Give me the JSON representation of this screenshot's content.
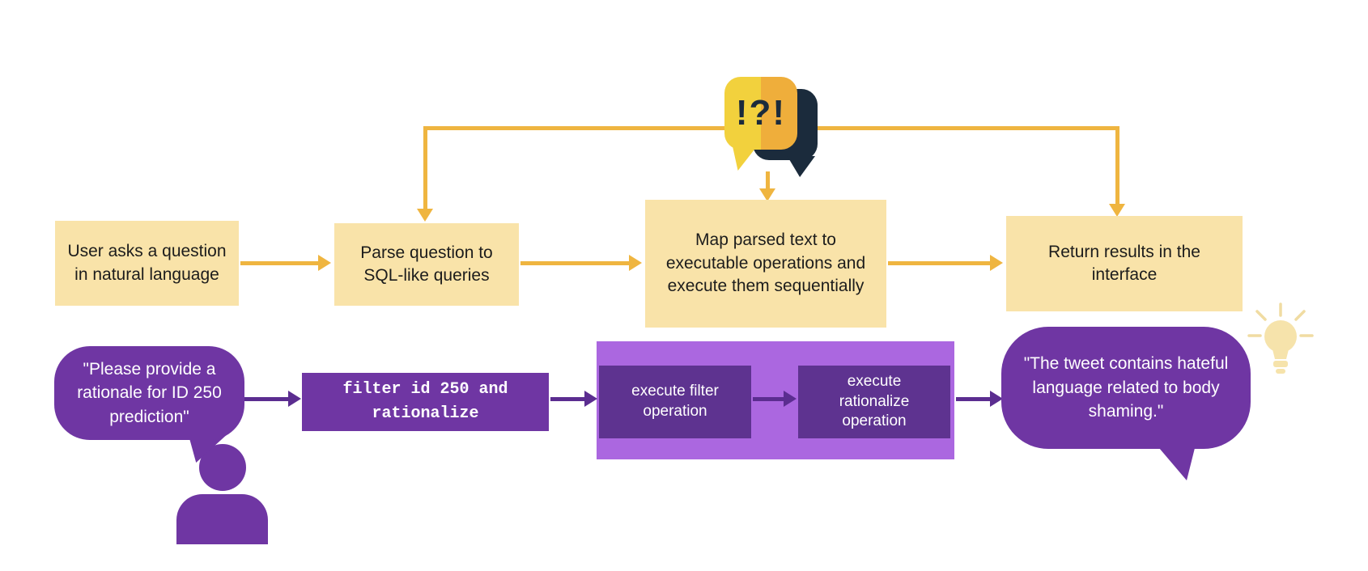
{
  "chat_icon": {
    "text": "!?!"
  },
  "pipeline": {
    "steps": [
      {
        "label": "User asks a question in natural language"
      },
      {
        "label": "Parse question to SQL-like queries"
      },
      {
        "label": "Map parsed text to executable operations and execute them sequentially"
      },
      {
        "label": "Return results in the interface"
      }
    ]
  },
  "example": {
    "user_request": "\"Please provide a rationale for ID 250 prediction\"",
    "parsed_query": "filter id 250 and rationalize",
    "operations": [
      {
        "label": "execute filter operation"
      },
      {
        "label": "execute rationalize operation"
      }
    ],
    "result": "\"The tweet contains hateful language related to body shaming.\""
  },
  "colors": {
    "step_box_bg": "#F9E3A9",
    "flow_arrow_yellow": "#EFB540",
    "purple_primary": "#6F36A3",
    "purple_operation_box": "#5E3390",
    "purple_container": "#AB67E0",
    "purple_arrow": "#5B2D90",
    "chat_icon_yellow": "#F2D13D",
    "chat_icon_orange": "#EFAE3B",
    "chat_icon_navy": "#1B2B3C",
    "lightbulb_cream": "#F6E3AB",
    "text_dark": "#1C1C1C",
    "text_light": "#FFFFFF"
  }
}
